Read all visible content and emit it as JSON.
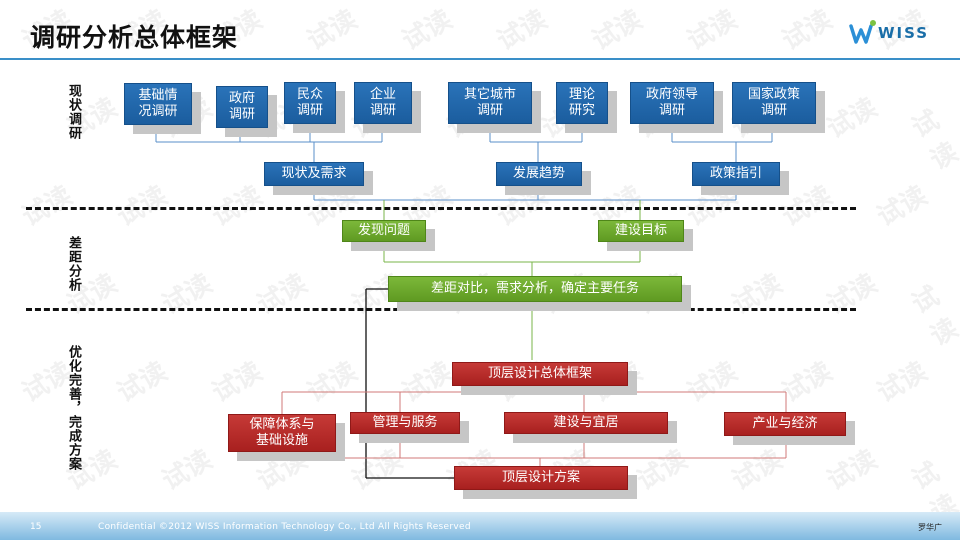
{
  "slide": {
    "title": "调研分析总体框架",
    "logo_text": "WISS",
    "page_number": "15",
    "footer": "Confidential ©2012  WISS Information Technology Co., Ltd All Rights Reserved",
    "author": "罗华广",
    "watermark": "试读"
  },
  "sections": {
    "survey": "现状调研",
    "gap": "差距分析",
    "optimize": "优化完善，完成方案"
  },
  "survey_boxes": [
    "基础情\n况调研",
    "政府\n调研",
    "民众\n调研",
    "企业\n调研",
    "其它城市\n调研",
    "理论\n研究",
    "政府领导\n调研",
    "国家政策\n调研"
  ],
  "summary_boxes": [
    "现状及需求",
    "发展趋势",
    "政策指引"
  ],
  "gap_boxes": [
    "发现问题",
    "建设目标",
    "差距对比，需求分析，确定主要任务"
  ],
  "plan_boxes": {
    "top": "顶层设计总体框架",
    "items": [
      "保障体系与\n基础设施",
      "管理与服务",
      "建设与宜居",
      "产业与经济"
    ],
    "bottom": "顶层设计方案"
  },
  "colors": {
    "blue": "#1f65a8",
    "green": "#6aa62b",
    "red": "#b02a29",
    "rule": "#3a8fc8"
  }
}
